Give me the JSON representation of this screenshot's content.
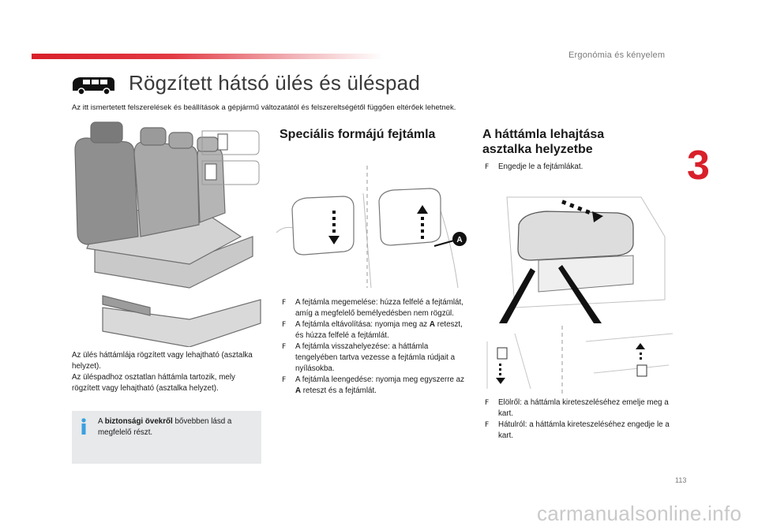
{
  "header": {
    "section": "Ergonómia és kényelem",
    "chapter_number": "3",
    "accent_color": "#d8202a"
  },
  "title": "Rögzített hátsó ülés és üléspad",
  "intro": "Az itt ismertetett felszerelések és beállítások a gépjármű változatától és felszereltségétől függően eltérőek lehetnek.",
  "left_column": {
    "paragraph": [
      "Az ülés háttámlája rögzített vagy lehajtható (asztalka helyzet).",
      "Az üléspadhoz osztatlan háttámla tartozik, mely rögzített vagy lehajtható (asztalka helyzet)."
    ],
    "info": {
      "prefix": "A ",
      "bold": "biztonsági övekről",
      "suffix": " bővebben lásd a megfelelő részt."
    }
  },
  "headrest_section": {
    "title": "Speciális formájú fejtámla",
    "marker_label": "A",
    "bullets": [
      "A fejtámla megemelése: húzza felfelé a fejtámlát, amíg a megfelelő bemélyedésben nem rögzül.",
      [
        "A fejtámla eltávolítása: nyomja meg az ",
        "A",
        " reteszt, és húzza felfelé a fejtámlát."
      ],
      "A fejtámla visszahelyezése: a háttámla tengelyében tartva vezesse a fejtámla rúdjait a nyílásokba.",
      [
        "A fejtámla leengedése: nyomja meg egyszerre az ",
        "A",
        " reteszt és a fejtámlát."
      ]
    ]
  },
  "table_section": {
    "title": "A háttámla lehajtása asztalka helyzetbe",
    "bullets_top": [
      "Engedje le a fejtámlákat."
    ],
    "bullets_bottom": [
      "Elölről: a háttámla kireteszeléséhez emelje meg a kart.",
      "Hátulról: a háttámla kireteszeléséhez engedje le a kart."
    ]
  },
  "footer": {
    "page_number": "113",
    "watermark": "carmanualsonline.info"
  }
}
